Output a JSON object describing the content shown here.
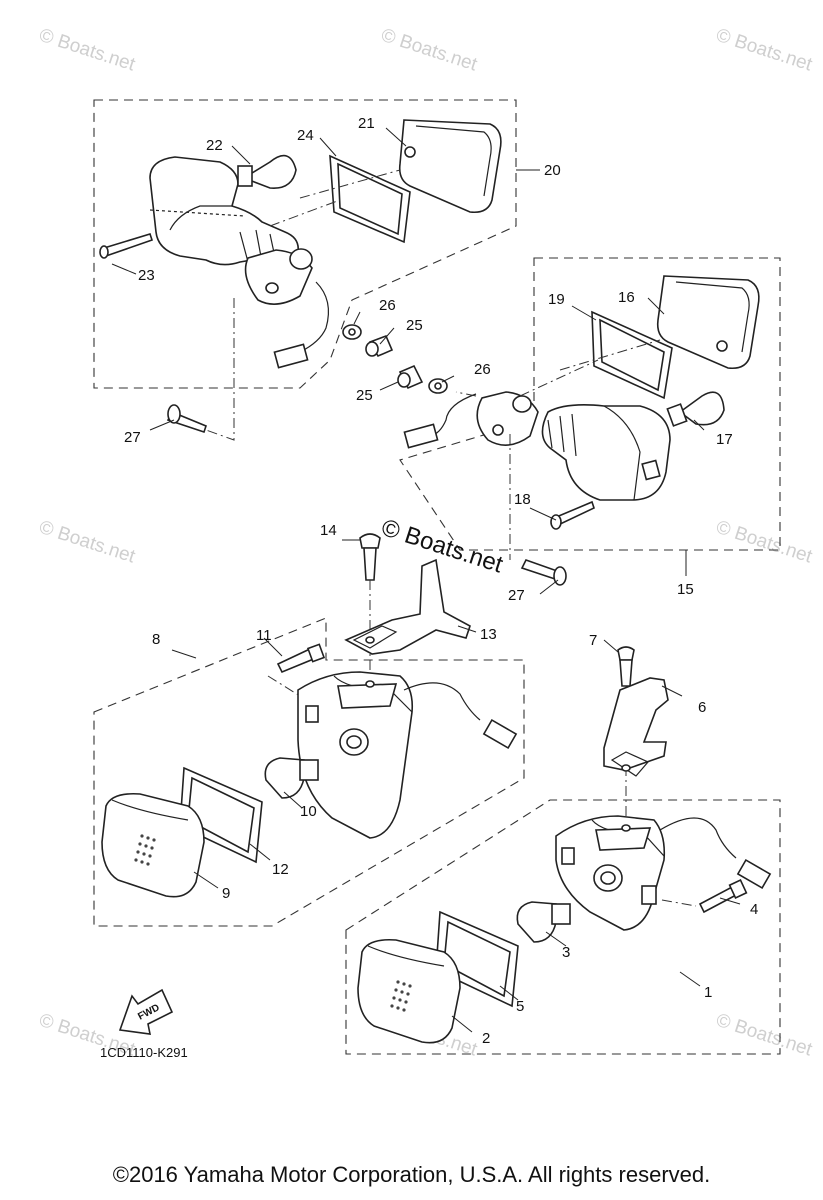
{
  "watermark": "© Boats.net",
  "diagram_code": "1CD1110-K291",
  "fwd_label": "FWD",
  "copyright": "©2016 Yamaha Motor Corporation, U.S.A. All rights reserved.",
  "callouts": {
    "c1": "1",
    "c2": "2",
    "c3": "3",
    "c4": "4",
    "c5": "5",
    "c6": "6",
    "c7": "7",
    "c8": "8",
    "c9": "9",
    "c10": "10",
    "c11": "11",
    "c12": "12",
    "c13": "13",
    "c14": "14",
    "c15": "15",
    "c16": "16",
    "c17": "17",
    "c18": "18",
    "c19": "19",
    "c20": "20",
    "c21": "21",
    "c22": "22",
    "c23": "23",
    "c24": "24",
    "c25a": "25",
    "c25b": "25",
    "c26a": "26",
    "c26b": "26",
    "c27a": "27",
    "c27b": "27"
  }
}
